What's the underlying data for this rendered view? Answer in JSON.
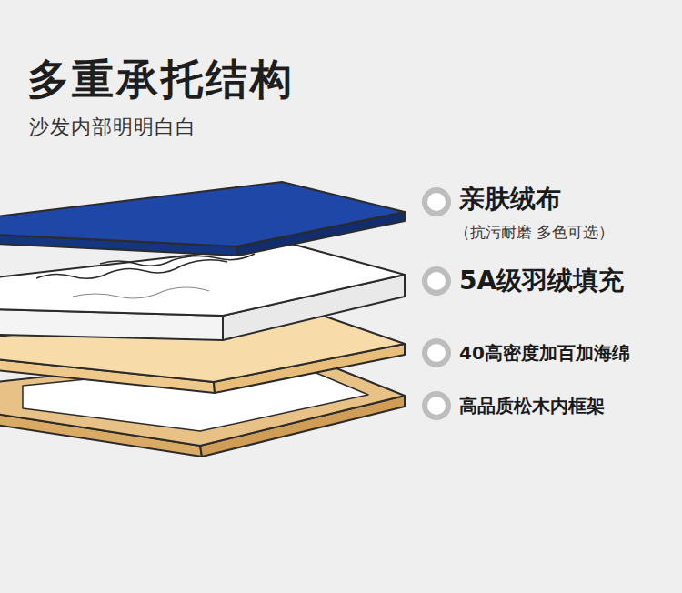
{
  "diagram": {
    "title": "多重承托结构",
    "caption": "沙发内部明明白白",
    "labels": [
      "亲肤绒布",
      "（抗污耐磨 多色可选）",
      "5A级羽绒填充",
      "40高密度加百加海绵",
      "高品质松木内框架"
    ]
  }
}
